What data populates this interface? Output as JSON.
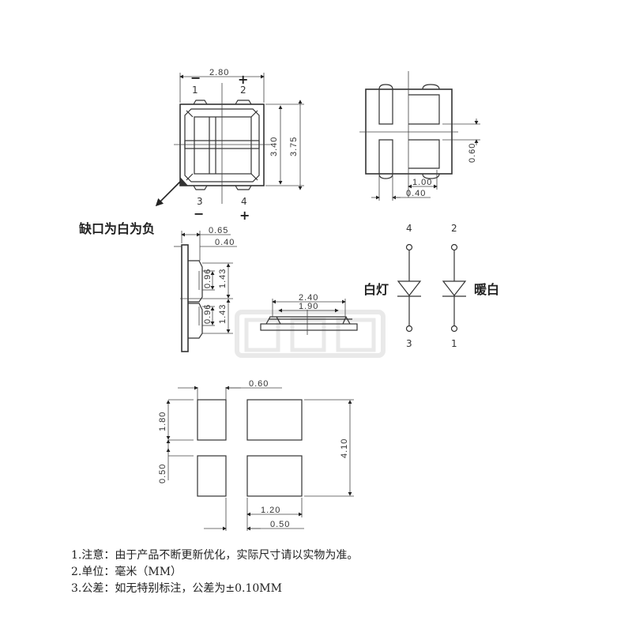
{
  "top_view": {
    "width_dim": "2.80",
    "inner_height_dim": "3.40",
    "outer_height_dim": "3.75",
    "pin_labels": {
      "p1": "1",
      "p2": "2",
      "p3": "3",
      "p4": "4"
    },
    "polarity": {
      "p1": "−",
      "p2": "+",
      "p3": "−",
      "p4": "+"
    },
    "notch_note": "缺口为白为负"
  },
  "bottom_view": {
    "gap_dim": "0.60",
    "pad_dim": "1.00",
    "slot_dim": "0.40"
  },
  "side_view": {
    "depth_dim": "0.65",
    "lens_dim": "0.40",
    "pitch_dims": [
      "1.43",
      "1.43"
    ],
    "window_dims": [
      "0.96",
      "0.96"
    ]
  },
  "front_view": {
    "outer_dim": "2.40",
    "inner_dim": "1.90"
  },
  "schematic": {
    "left": {
      "top_pin": "4",
      "bottom_pin": "3",
      "label": "白灯"
    },
    "right": {
      "top_pin": "2",
      "bottom_pin": "1",
      "label": "暖白"
    }
  },
  "footprint": {
    "small_pad_width": "0.60",
    "pad_height": "1.80",
    "gap": "0.50",
    "total_height": "4.10",
    "large_pad_width": "1.20",
    "pad_gap": "0.50"
  },
  "notes": [
    "1.注意：由于产品不断更新优化，实际尺寸请以实物为准。",
    "2.单位：毫米（MM）",
    "3.公差：如无特别标注，公差为±0.10MM"
  ]
}
